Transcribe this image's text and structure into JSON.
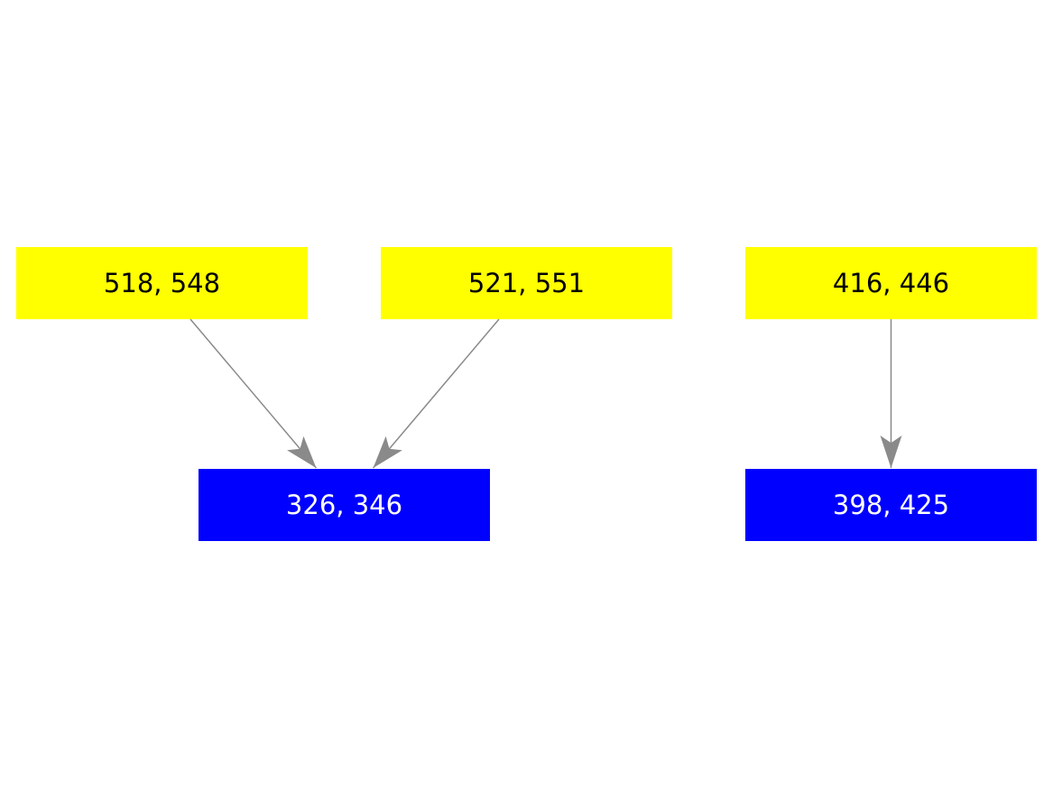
{
  "diagram": {
    "type": "graph",
    "background": "#ffffff",
    "edge_color": "#8a8a8a",
    "nodes": [
      {
        "id": "src-1",
        "label": "518, 548",
        "fill": "#ffff00",
        "text_color": "#000000",
        "row": "top"
      },
      {
        "id": "src-2",
        "label": "521, 551",
        "fill": "#ffff00",
        "text_color": "#000000",
        "row": "top"
      },
      {
        "id": "src-3",
        "label": "416, 446",
        "fill": "#ffff00",
        "text_color": "#000000",
        "row": "top"
      },
      {
        "id": "dst-1",
        "label": "326, 346",
        "fill": "#0000ff",
        "text_color": "#ffffff",
        "row": "bottom"
      },
      {
        "id": "dst-2",
        "label": "398, 425",
        "fill": "#0000ff",
        "text_color": "#ffffff",
        "row": "bottom"
      }
    ],
    "edges": [
      {
        "from": "518, 548",
        "to": "326, 346"
      },
      {
        "from": "521, 551",
        "to": "326, 346"
      },
      {
        "from": "416, 446",
        "to": "398, 425"
      }
    ]
  }
}
